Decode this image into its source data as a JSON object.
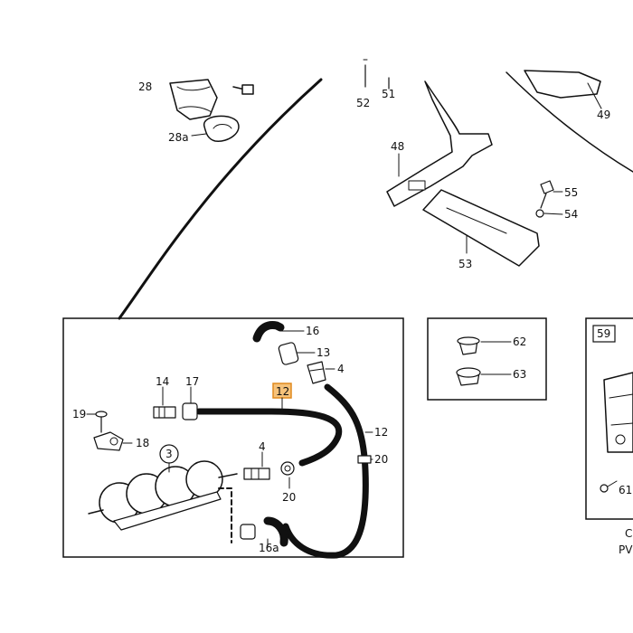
{
  "labels": {
    "l28": "28",
    "l28a": "28a",
    "l52": "52",
    "l51": "51",
    "l49": "49",
    "l48": "48",
    "l55": "55",
    "l54": "54",
    "l53": "53",
    "l16": "16",
    "l13": "13",
    "l4a": "4",
    "l14": "14",
    "l17": "17",
    "l12a": "12",
    "l12b": "12",
    "l19": "19",
    "l18": "18",
    "l3": "3",
    "l4b": "4",
    "l20a": "20",
    "l20b": "20",
    "l16a": "16a",
    "l62": "62",
    "l63": "63",
    "l59": "59",
    "l61": "61",
    "edge_c": "C",
    "edge_pv": "PV"
  },
  "highlight": {
    "part": "12",
    "color": "#f6c27a",
    "border": "#e08a1e"
  }
}
